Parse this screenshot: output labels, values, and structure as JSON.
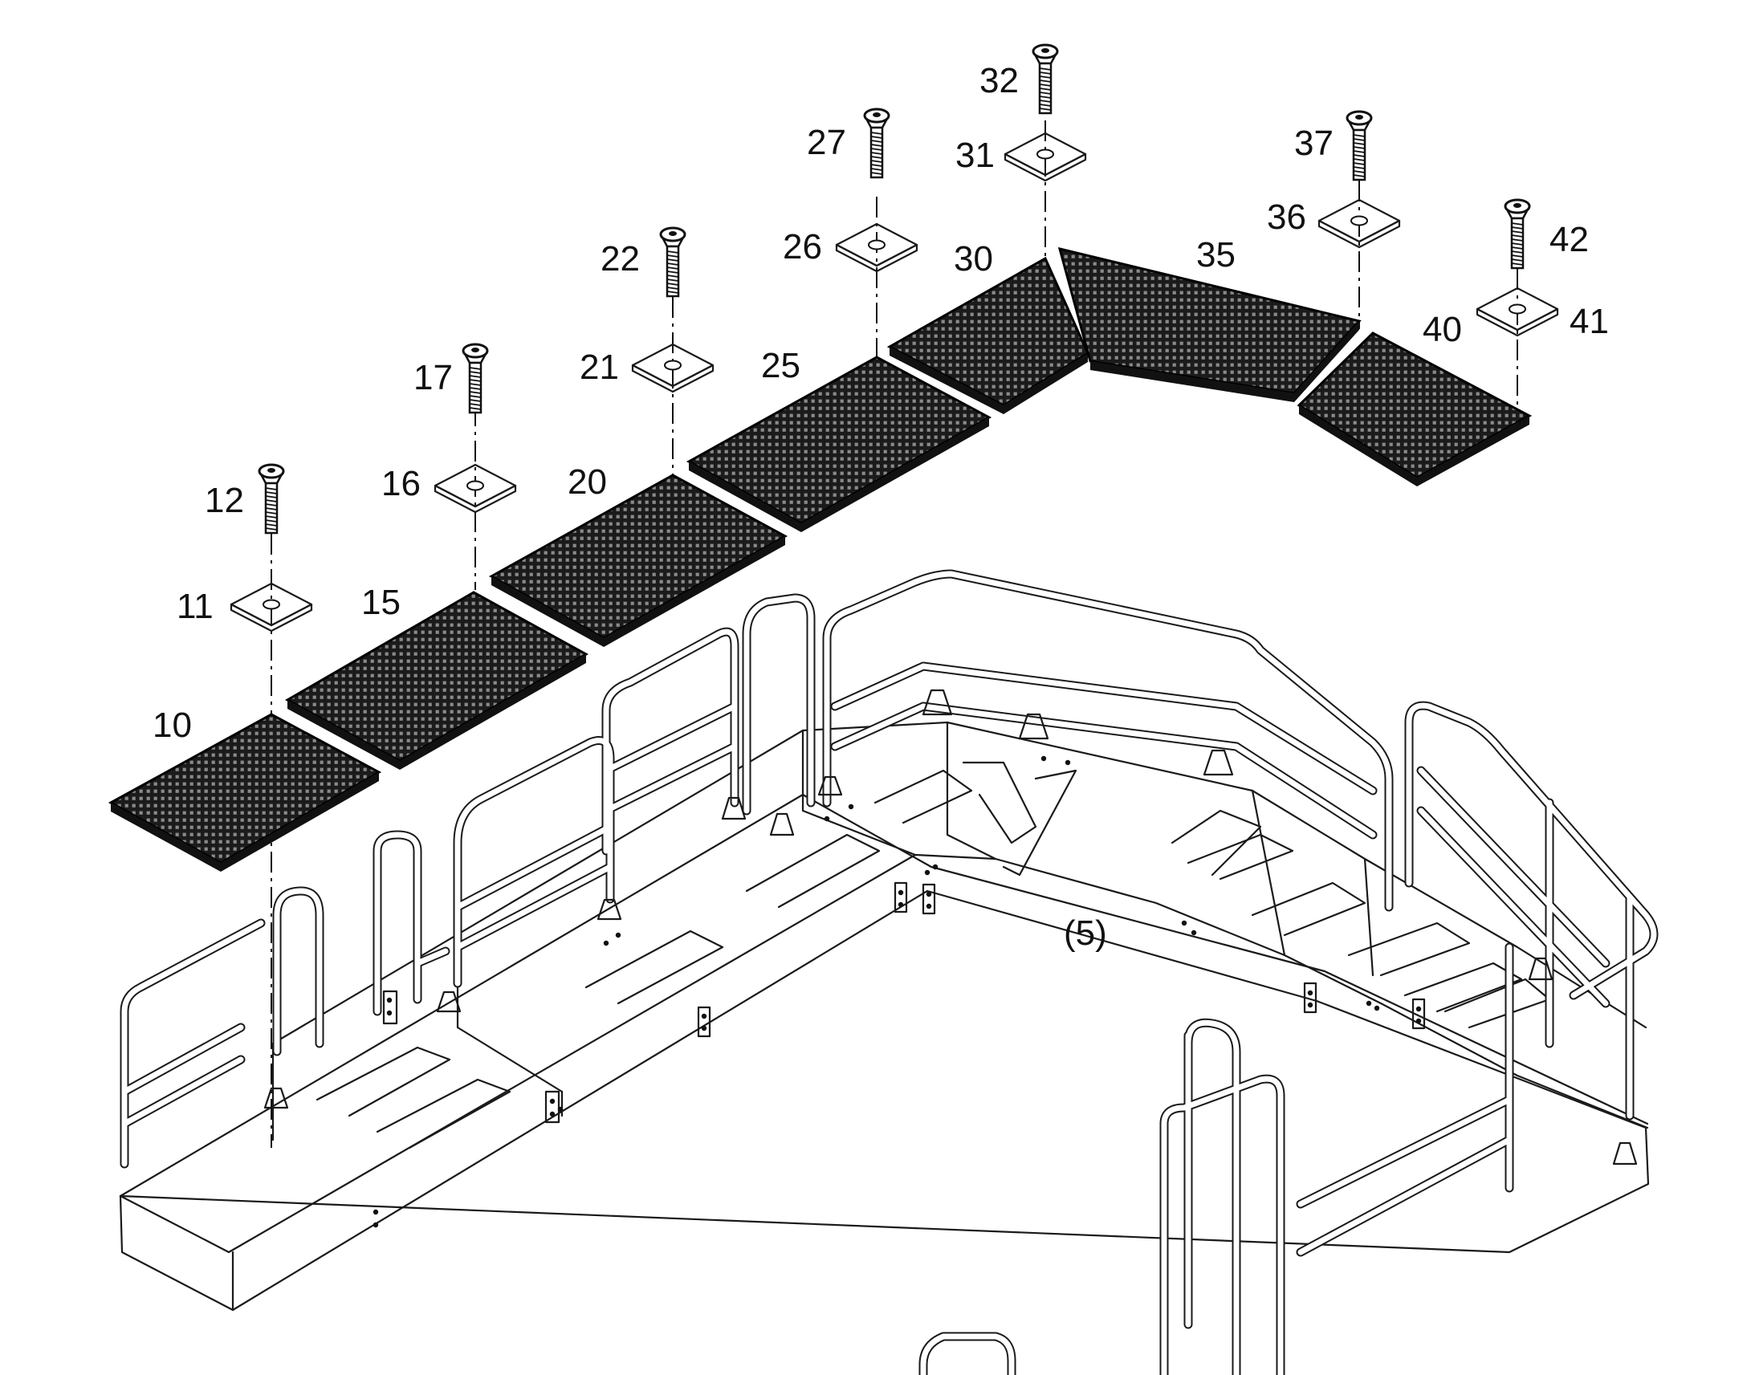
{
  "assembly_ref": "(5)",
  "parts": [
    {
      "id": "10",
      "kind": "grating"
    },
    {
      "id": "11",
      "kind": "washer"
    },
    {
      "id": "12",
      "kind": "screw"
    },
    {
      "id": "15",
      "kind": "grating"
    },
    {
      "id": "16",
      "kind": "washer"
    },
    {
      "id": "17",
      "kind": "screw"
    },
    {
      "id": "20",
      "kind": "grating"
    },
    {
      "id": "21",
      "kind": "washer"
    },
    {
      "id": "22",
      "kind": "screw"
    },
    {
      "id": "25",
      "kind": "grating"
    },
    {
      "id": "26",
      "kind": "washer"
    },
    {
      "id": "27",
      "kind": "screw"
    },
    {
      "id": "30",
      "kind": "grating"
    },
    {
      "id": "31",
      "kind": "washer"
    },
    {
      "id": "32",
      "kind": "screw"
    },
    {
      "id": "35",
      "kind": "grating"
    },
    {
      "id": "36",
      "kind": "washer"
    },
    {
      "id": "37",
      "kind": "screw"
    },
    {
      "id": "40",
      "kind": "grating"
    },
    {
      "id": "41",
      "kind": "washer"
    },
    {
      "id": "42",
      "kind": "screw"
    }
  ],
  "colors": {
    "line": "#1a1a1a",
    "grating": "#1b1b1b",
    "grid": "#8a8a8a",
    "background": "#ffffff"
  }
}
